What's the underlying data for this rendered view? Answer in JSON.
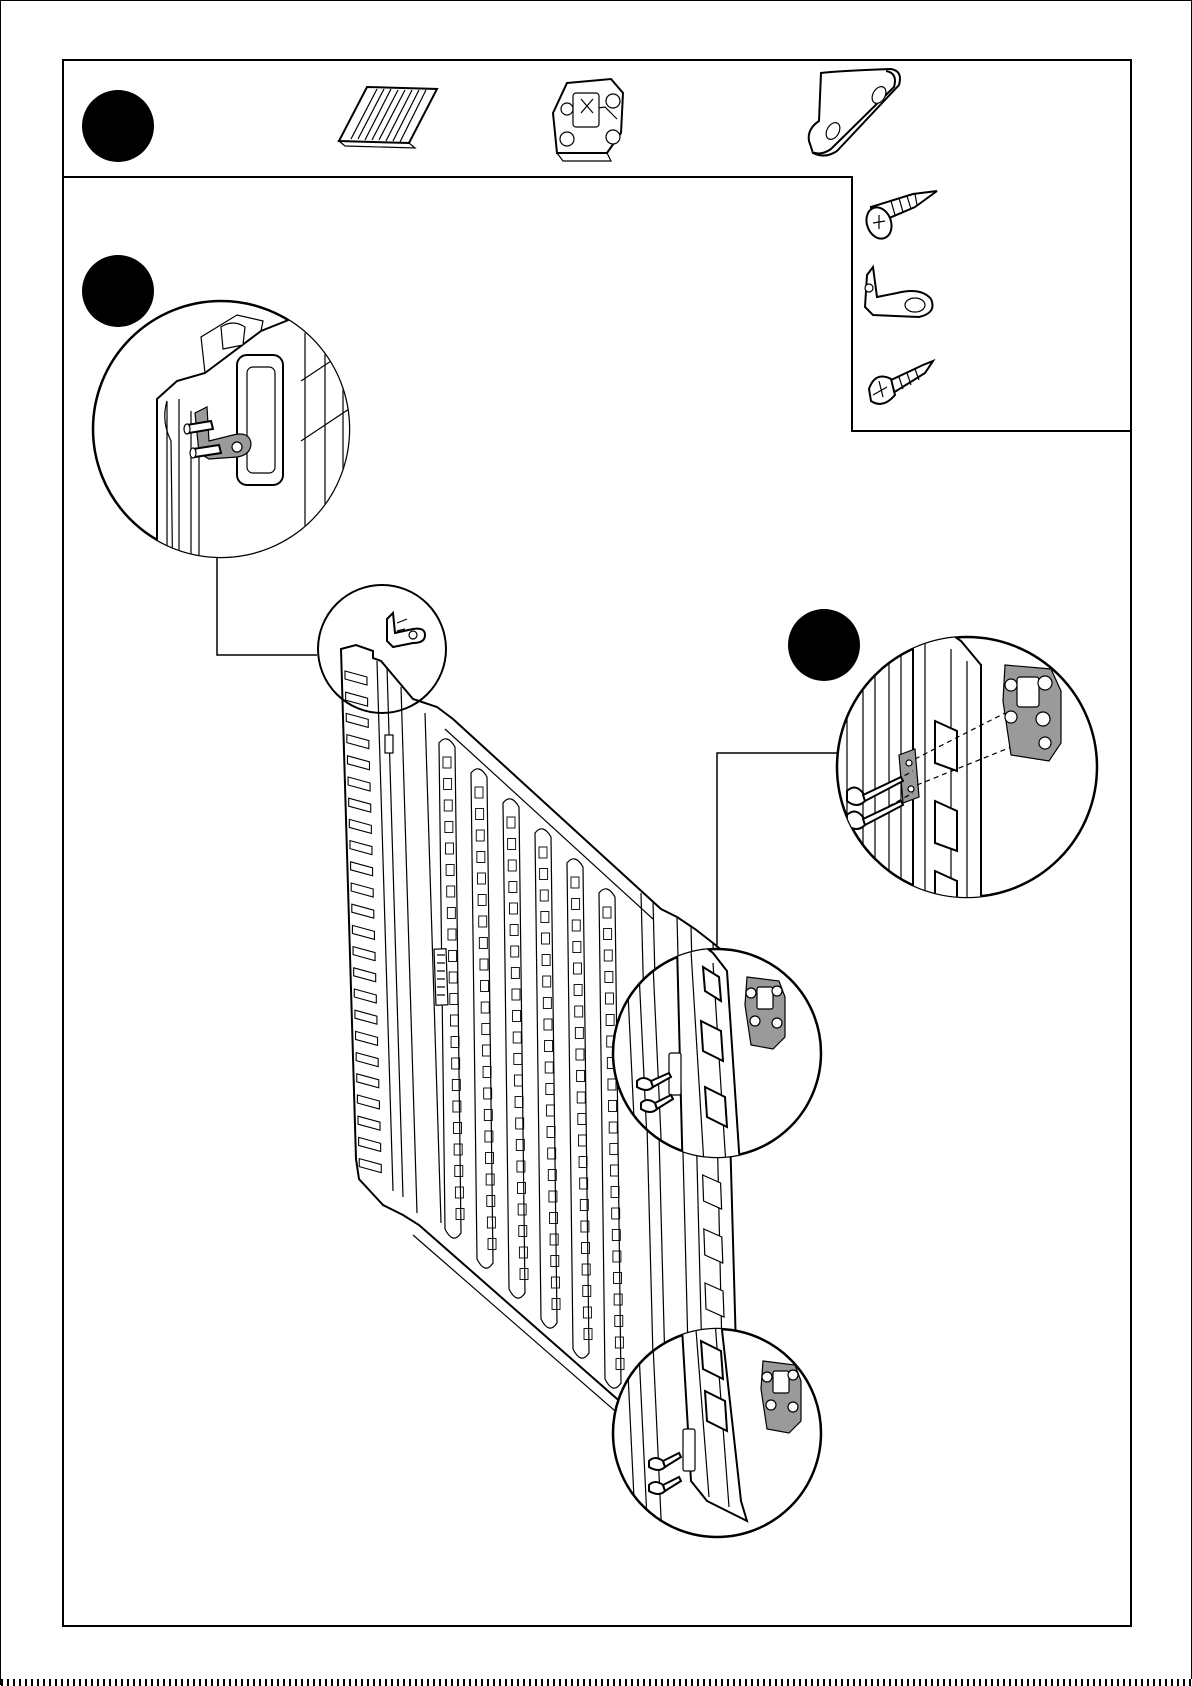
{
  "diagram": {
    "step_markers": [
      {
        "id": "parts-header-marker",
        "color": "#000000"
      },
      {
        "id": "detail-top-left-marker",
        "color": "#000000"
      },
      {
        "id": "detail-right-marker",
        "color": "#000000"
      }
    ],
    "header_parts": [
      "wall-panel-icon",
      "connector-icon",
      "flat-plate-icon"
    ],
    "hardware_parts": [
      "flat-head-screw-icon",
      "angle-bracket-icon",
      "round-head-screw-icon"
    ],
    "colors": {
      "line": "#000000",
      "fill": "#ffffff",
      "metal": "#9a9a9a"
    }
  }
}
